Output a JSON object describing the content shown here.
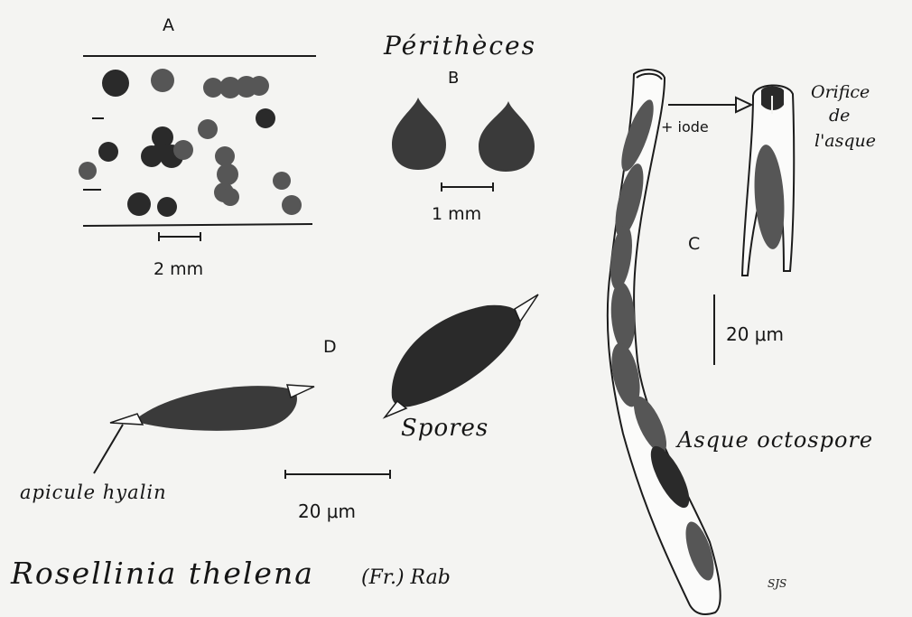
{
  "figure": {
    "panels": {
      "a": {
        "letter": "A",
        "scale": "2 mm"
      },
      "b": {
        "letter": "B",
        "heading": "Périthèces",
        "scale": "1 mm"
      },
      "c": {
        "letter": "C",
        "iodine": "+ iode",
        "orifice_lines": [
          "Orifice",
          "de",
          "l'asque"
        ],
        "scale": "20 μm",
        "ascus": "Asque octospore"
      },
      "d": {
        "letter": "D",
        "spores": "Spores",
        "apicule": "apicule hyalin",
        "scale": "20 μm"
      }
    },
    "species": "Rosellinia thelena",
    "authority": "(Fr.) Rab",
    "signature": "SJS"
  },
  "colors": {
    "ink": "#1c1c1c",
    "fill": "#3a3a3a",
    "paper": "#f4f4f2"
  }
}
